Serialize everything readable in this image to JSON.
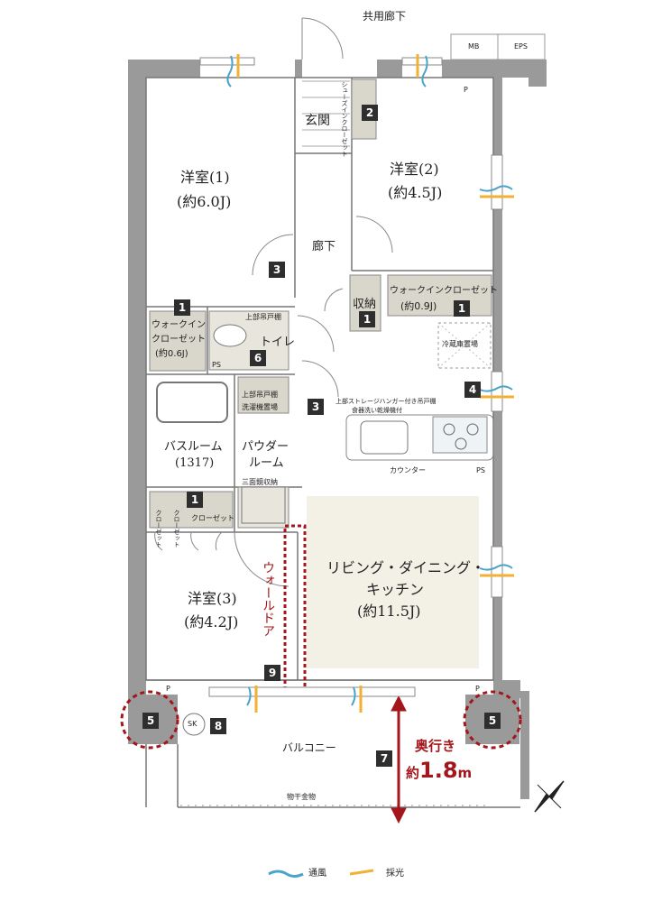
{
  "labels": {
    "corridor": "共用廊下",
    "mb": "MB",
    "eps": "EPS",
    "p": "P",
    "entrance": "玄関",
    "shoes_closet": "シューズインクローゼット",
    "hallway": "廊下",
    "storage": "収納",
    "bedroom1_name": "洋室(1)",
    "bedroom1_size": "(約6.0J)",
    "bedroom2_name": "洋室(2)",
    "bedroom2_size": "(約4.5J)",
    "bedroom3_name": "洋室(3)",
    "bedroom3_size": "(約4.2J)",
    "wic_right_name": "ウォークインクローゼット",
    "wic_right_size": "(約0.9J)",
    "wic_left_line1": "ウォークイン",
    "wic_left_line2": "クローゼット",
    "wic_left_size": "(約0.6J)",
    "upper_cabinet": "上部吊戸棚",
    "toilet": "トイレ",
    "ps": "PS",
    "fridge": "冷蔵庫置場",
    "storage_hanger": "上部ストレージハンガー付き吊戸棚",
    "dishwasher": "食器洗い乾燥機付",
    "upper_cabinet2": "上部吊戸棚",
    "washer": "洗濯機置場",
    "bathroom_name": "バスルーム",
    "bathroom_size": "(1317)",
    "powder_line1": "パウダー",
    "powder_line2": "ルーム",
    "counter": "カウンター",
    "mirror": "三面鏡収納",
    "closet_a": "クローゼット",
    "closet_b": "クローゼット",
    "closet_c": "クローゼット",
    "ldk_line1": "リビング・ダイニング・",
    "ldk_line2": "キッチン",
    "ldk_size": "(約11.5J)",
    "wall_door": "ウォールドア",
    "sk": "SK",
    "balcony": "バルコニー",
    "drying_rack": "物干金物",
    "depth_line1": "奥行き",
    "depth_prefix": "約",
    "depth_value": "1.8",
    "depth_unit": "m",
    "legend_wind": "通風",
    "legend_light": "採光"
  },
  "badges": [
    "1",
    "1",
    "1",
    "1",
    "2",
    "3",
    "3",
    "4",
    "5",
    "5",
    "6",
    "7",
    "8",
    "9"
  ],
  "colors": {
    "wall": "#9a9a9a",
    "floor_ldk": "#f3f0e6",
    "closet_fill": "#d9d6cb",
    "accent_red": "#a3161c",
    "wind": "#4aa3c9",
    "light": "#f2b134"
  },
  "icons": [
    "compass-north-icon",
    "wind-arrow-icon",
    "light-arrow-icon"
  ]
}
